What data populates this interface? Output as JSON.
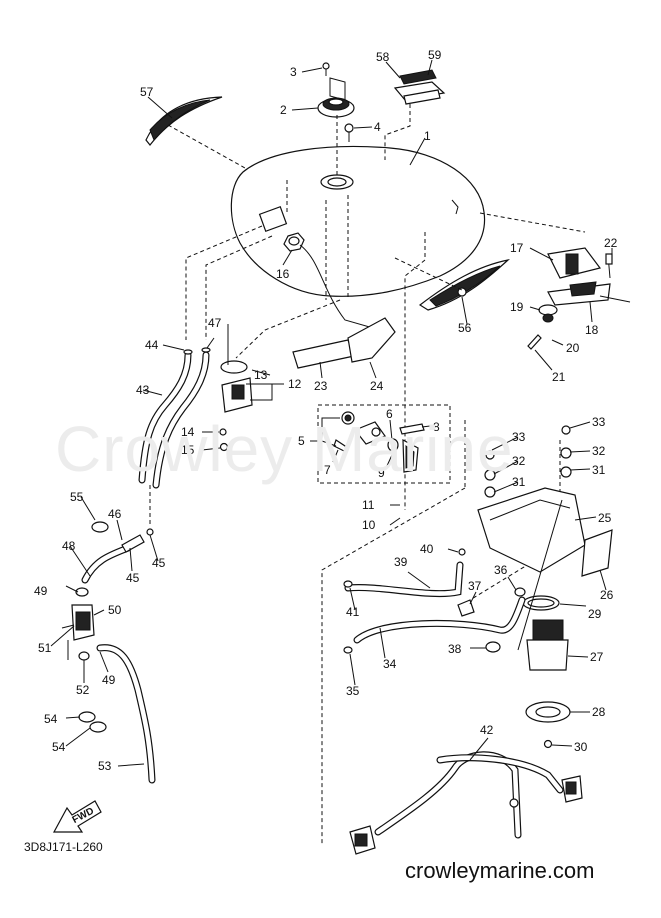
{
  "watermark": "Crowley Marine",
  "website": "crowleymarine.com",
  "diagram_code": "3D8J171-L260",
  "fwd_label": "FWD",
  "callouts": [
    {
      "id": "c1",
      "text": "1"
    },
    {
      "id": "c2",
      "text": "2"
    },
    {
      "id": "c3",
      "text": "3"
    },
    {
      "id": "c4",
      "text": "4"
    },
    {
      "id": "c5",
      "text": "5"
    },
    {
      "id": "c6",
      "text": "6"
    },
    {
      "id": "c7",
      "text": "7"
    },
    {
      "id": "c8",
      "text": "8"
    },
    {
      "id": "c9",
      "text": "9"
    },
    {
      "id": "c10",
      "text": "10"
    },
    {
      "id": "c11",
      "text": "11"
    },
    {
      "id": "c12",
      "text": "12"
    },
    {
      "id": "c13",
      "text": "13"
    },
    {
      "id": "c14",
      "text": "14"
    },
    {
      "id": "c15",
      "text": "15"
    },
    {
      "id": "c16",
      "text": "16"
    },
    {
      "id": "c17",
      "text": "17"
    },
    {
      "id": "c18",
      "text": "18"
    },
    {
      "id": "c19",
      "text": "19"
    },
    {
      "id": "c20",
      "text": "20"
    },
    {
      "id": "c21",
      "text": "21"
    },
    {
      "id": "c22",
      "text": "22"
    },
    {
      "id": "c23",
      "text": "23"
    },
    {
      "id": "c24",
      "text": "24"
    },
    {
      "id": "c25",
      "text": "25"
    },
    {
      "id": "c26",
      "text": "26"
    },
    {
      "id": "c27",
      "text": "27"
    },
    {
      "id": "c28",
      "text": "28"
    },
    {
      "id": "c29",
      "text": "29"
    },
    {
      "id": "c30",
      "text": "30"
    },
    {
      "id": "c31a",
      "text": "31"
    },
    {
      "id": "c31b",
      "text": "31"
    },
    {
      "id": "c32a",
      "text": "32"
    },
    {
      "id": "c32b",
      "text": "32"
    },
    {
      "id": "c33a",
      "text": "33"
    },
    {
      "id": "c33b",
      "text": "33"
    },
    {
      "id": "c34",
      "text": "34"
    },
    {
      "id": "c35",
      "text": "35"
    },
    {
      "id": "c36",
      "text": "36"
    },
    {
      "id": "c37",
      "text": "37"
    },
    {
      "id": "c38",
      "text": "38"
    },
    {
      "id": "c39",
      "text": "39"
    },
    {
      "id": "c40",
      "text": "40"
    },
    {
      "id": "c41",
      "text": "41"
    },
    {
      "id": "c42",
      "text": "42"
    },
    {
      "id": "c43",
      "text": "43"
    },
    {
      "id": "c44",
      "text": "44"
    },
    {
      "id": "c45a",
      "text": "45"
    },
    {
      "id": "c45b",
      "text": "45"
    },
    {
      "id": "c46",
      "text": "46"
    },
    {
      "id": "c47",
      "text": "47"
    },
    {
      "id": "c48",
      "text": "48"
    },
    {
      "id": "c49a",
      "text": "49"
    },
    {
      "id": "c49b",
      "text": "49"
    },
    {
      "id": "c50",
      "text": "50"
    },
    {
      "id": "c51",
      "text": "51"
    },
    {
      "id": "c52",
      "text": "52"
    },
    {
      "id": "c53",
      "text": "53"
    },
    {
      "id": "c54a",
      "text": "54"
    },
    {
      "id": "c54b",
      "text": "54"
    },
    {
      "id": "c55",
      "text": "55"
    },
    {
      "id": "c56",
      "text": "56"
    },
    {
      "id": "c57",
      "text": "57"
    },
    {
      "id": "c58",
      "text": "58"
    },
    {
      "id": "c59",
      "text": "59"
    }
  ]
}
